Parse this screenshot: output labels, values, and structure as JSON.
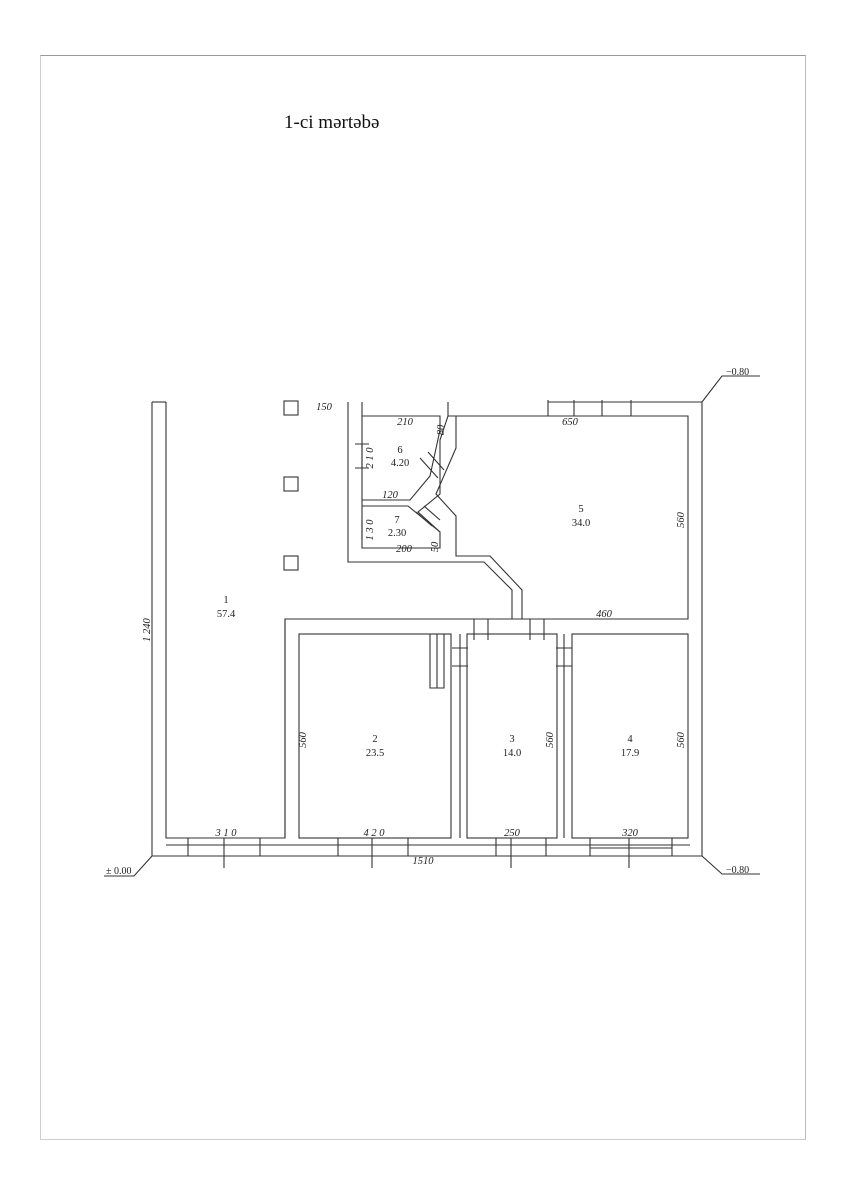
{
  "page": {
    "title": "1-ci mərtəbə"
  },
  "rooms": [
    {
      "number": "1",
      "area": "57.4"
    },
    {
      "number": "2",
      "area": "23.5"
    },
    {
      "number": "3",
      "area": "14.0"
    },
    {
      "number": "4",
      "area": "17.9"
    },
    {
      "number": "5",
      "area": "34.0"
    },
    {
      "number": "6",
      "area": "4.20"
    },
    {
      "number": "7",
      "area": "2.30"
    }
  ],
  "dimensions": {
    "total_width": "1510",
    "left_height": "1 240",
    "room1_bottom": "3 1 0",
    "room2_bottom": "4 2 0",
    "room2_side": "560",
    "room3_bottom": "250",
    "room3_side": "560",
    "room4_bottom": "320",
    "room4_side": "560",
    "room5_top": "650",
    "room5_side": "560",
    "room5_bottom": "460",
    "room6_top": "210",
    "room6_side": "2 1 0",
    "room6_diag": "80",
    "room6_bottom": "120",
    "room7_side": "1 3 0",
    "room7_bottom": "200",
    "room7_diag": "50",
    "yard_top": "150"
  },
  "levels": {
    "top_right": "−0.80",
    "bottom_right": "−0.80",
    "bottom_left": "± 0.00"
  }
}
